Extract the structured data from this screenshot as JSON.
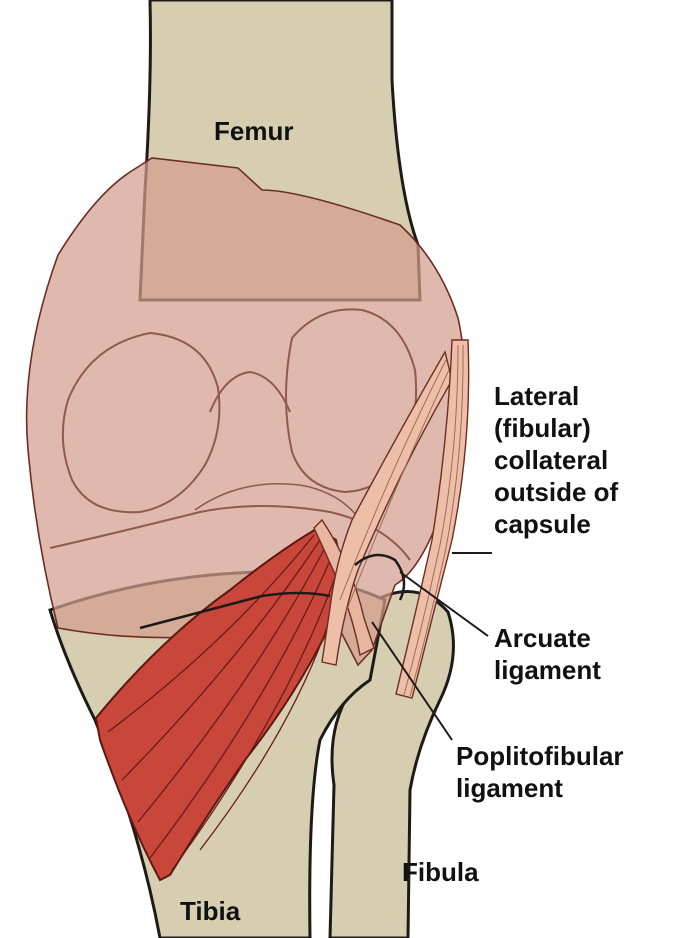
{
  "labels": {
    "femur": "Femur",
    "tibia": "Tibia",
    "fibula": "Fibula",
    "lateral_collateral": [
      "Lateral",
      "(fibular)",
      "collateral",
      "outside of",
      "capsule"
    ],
    "arcuate": [
      "Arcuate",
      "ligament"
    ],
    "popliteofibular": [
      "Poplitofibular",
      "ligament"
    ]
  },
  "colors": {
    "bone": "#d7cdb1",
    "capsule": "#d7a898",
    "muscle": "#c9463b",
    "ligament": "#edbfa8",
    "outline": "#2a211d"
  }
}
